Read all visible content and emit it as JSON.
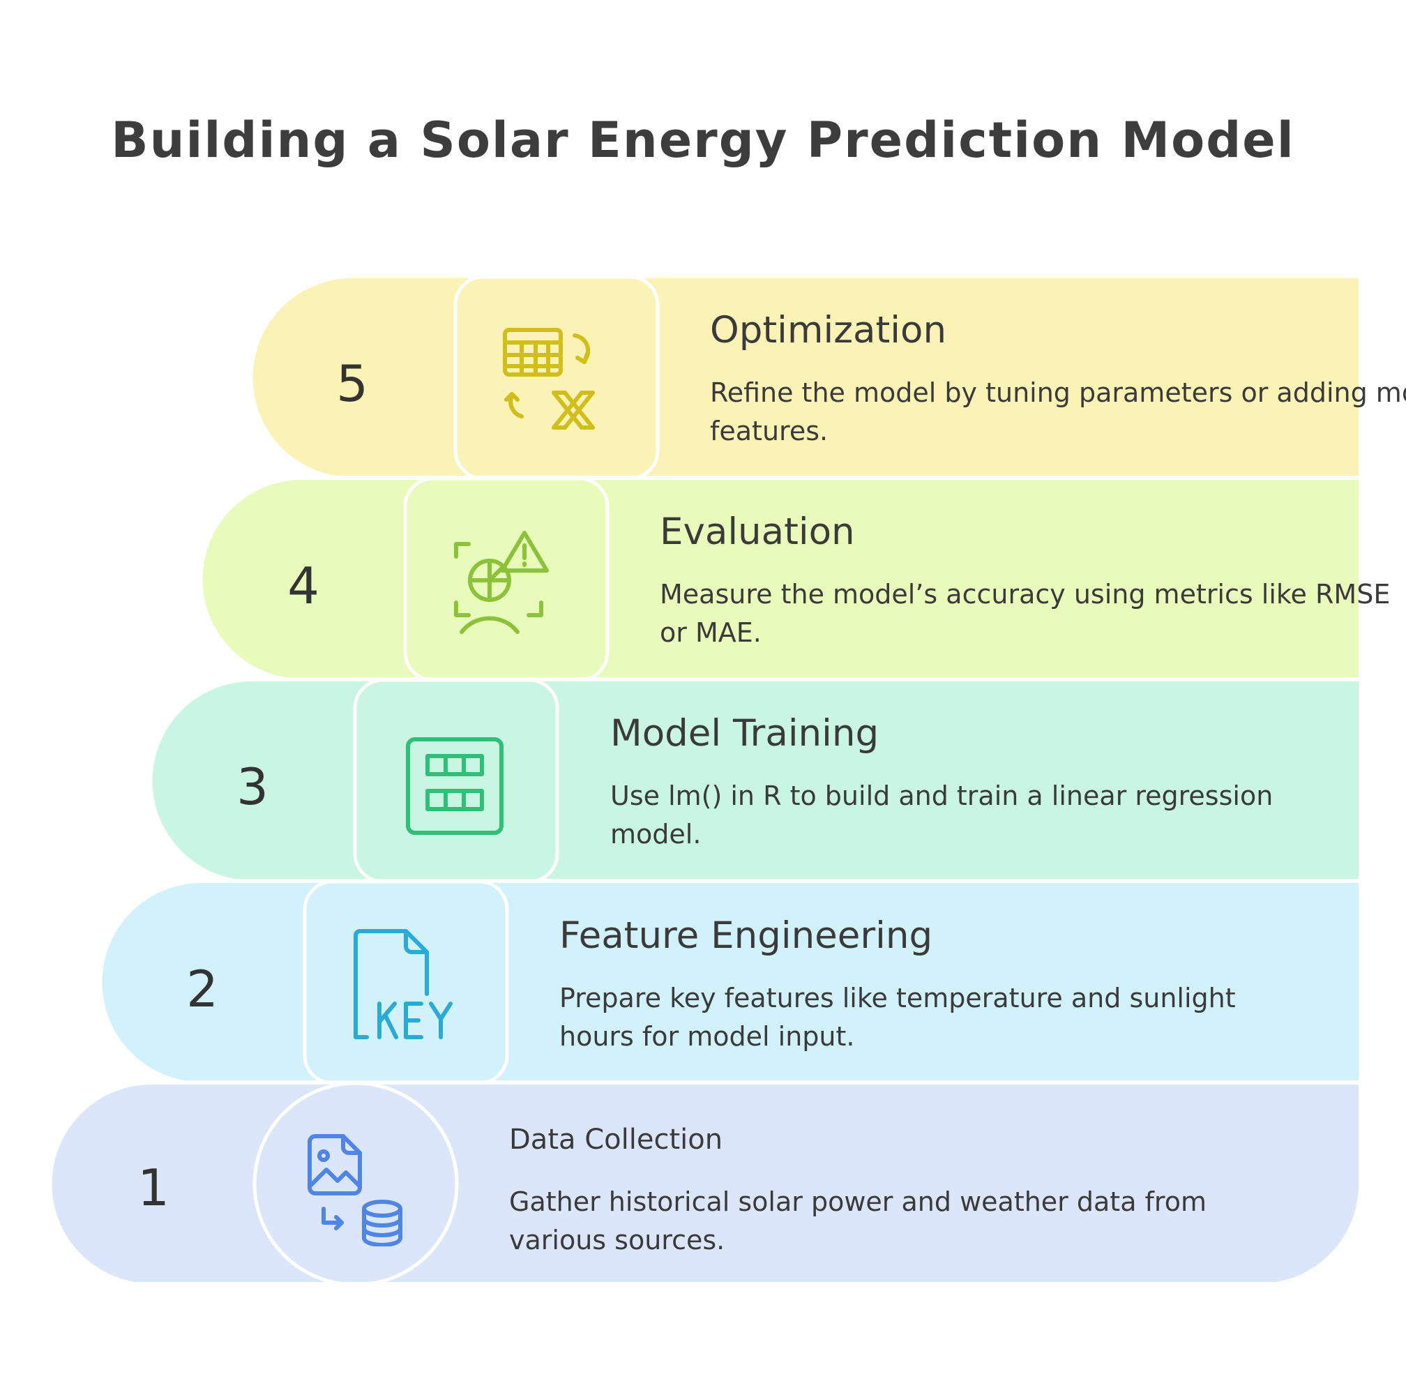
{
  "title": "Building a Solar Energy Prediction Model",
  "steps": [
    {
      "number": "1",
      "title": "Data Collection",
      "description": "Gather historical solar power and weather data from various sources.",
      "color": "#dce6fb",
      "accent": "#4f86e6",
      "icon": "image-to-database-icon"
    },
    {
      "number": "2",
      "title": "Feature Engineering",
      "description": "Prepare key features like temperature and sunlight hours for model input.",
      "color": "#d1f1fb",
      "accent": "#2aaad6",
      "icon": "key-file-icon"
    },
    {
      "number": "3",
      "title": "Model Training",
      "description": "Use lm() in R to build and train a linear regression model.",
      "color": "#c9f6e2",
      "accent": "#2fbf79",
      "icon": "table-grid-icon"
    },
    {
      "number": "4",
      "title": "Evaluation",
      "description": "Measure the model’s accuracy using metrics like RMSE or MAE.",
      "color": "#e9fbbb",
      "accent": "#8cc23a",
      "icon": "chart-warning-icon"
    },
    {
      "number": "5",
      "title": "Optimization",
      "description": "Refine the model by tuning parameters or adding more features.",
      "color": "#fbf3b5",
      "accent": "#d2be1b",
      "icon": "table-transform-icon"
    }
  ]
}
